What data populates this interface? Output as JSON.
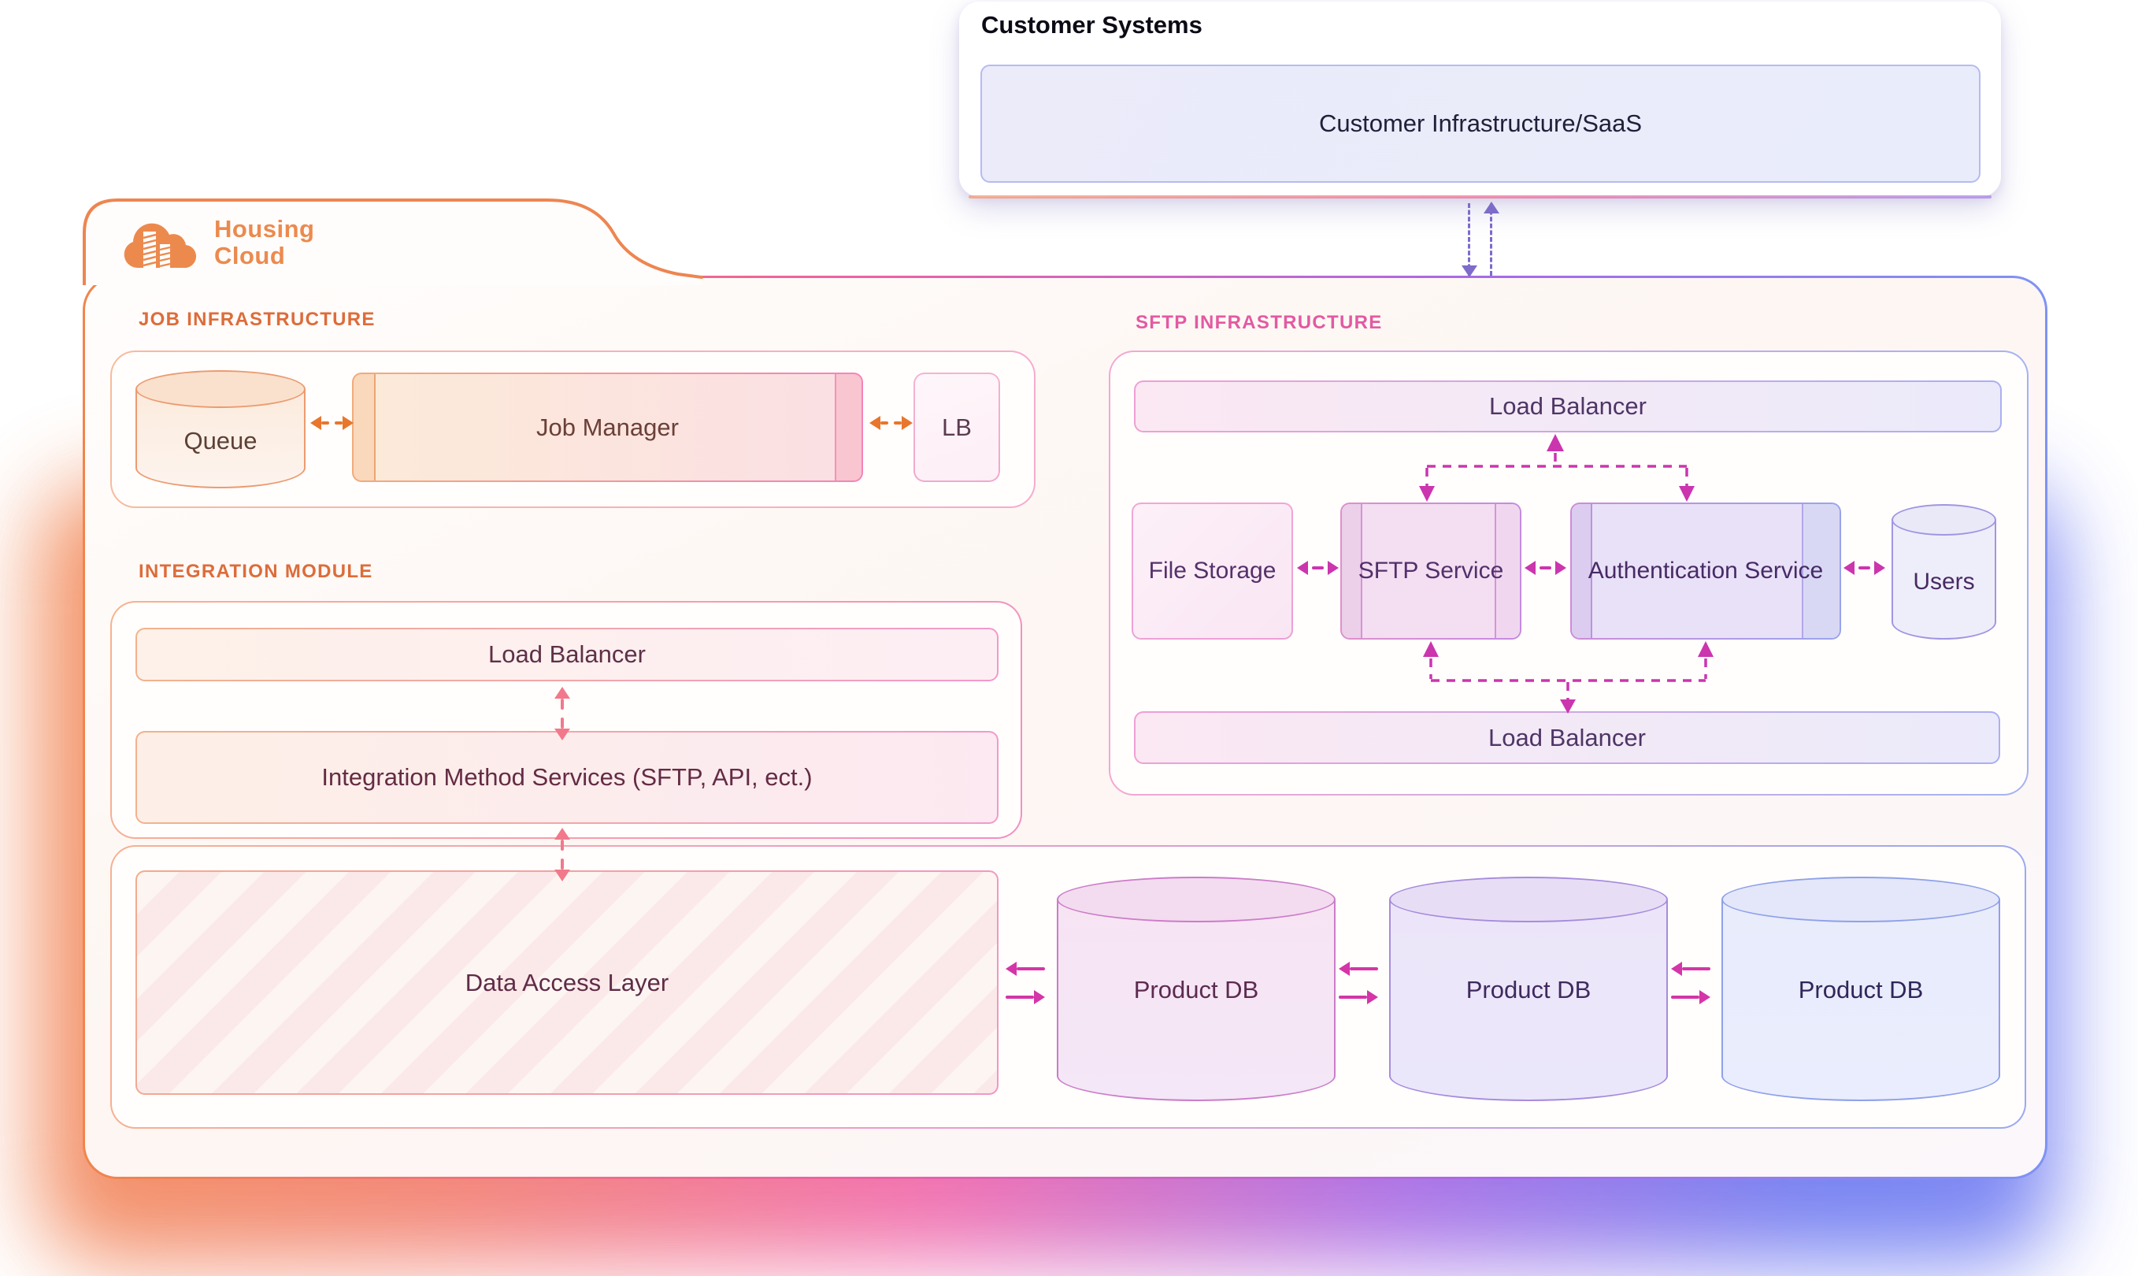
{
  "customer": {
    "title": "Customer Systems",
    "infrastructure": "Customer Infrastructure/SaaS"
  },
  "logo": {
    "line1": "Housing",
    "line2": "Cloud"
  },
  "job": {
    "label": "JOB INFRASTRUCTURE",
    "queue": "Queue",
    "manager": "Job Manager",
    "lb": "LB"
  },
  "sftp": {
    "label": "SFTP INFRASTRUCTURE",
    "lb_top": "Load Balancer",
    "file_storage": "File Storage",
    "service": "SFTP Service",
    "auth": "Authentication Service",
    "users": "Users",
    "lb_bottom": "Load Balancer"
  },
  "integration": {
    "label": "INTEGRATION MODULE",
    "lb": "Load Balancer",
    "services": "Integration Method Services (SFTP, API, ect.)"
  },
  "data_layer": {
    "dal": "Data Access Layer",
    "dbs": [
      "Product DB",
      "Product DB",
      "Product DB"
    ]
  },
  "colors": {
    "brand_orange": "#ec8a4e",
    "label_orange": "#dd6c3a",
    "label_pink": "#e25aa2",
    "arrow_orange": "#e8762c",
    "arrow_magenta": "#cb35ae",
    "arrow_coral": "#f1798a",
    "arrow_purple": "#7e6bca",
    "arrow_pink_solid": "#d435a8",
    "customer_box_fill": "#eaebfa",
    "customer_box_border": "#b6bbf0",
    "glow_left": "#f07a3e",
    "glow_mid": "#ee4f9e",
    "glow_right": "#5766ee"
  }
}
